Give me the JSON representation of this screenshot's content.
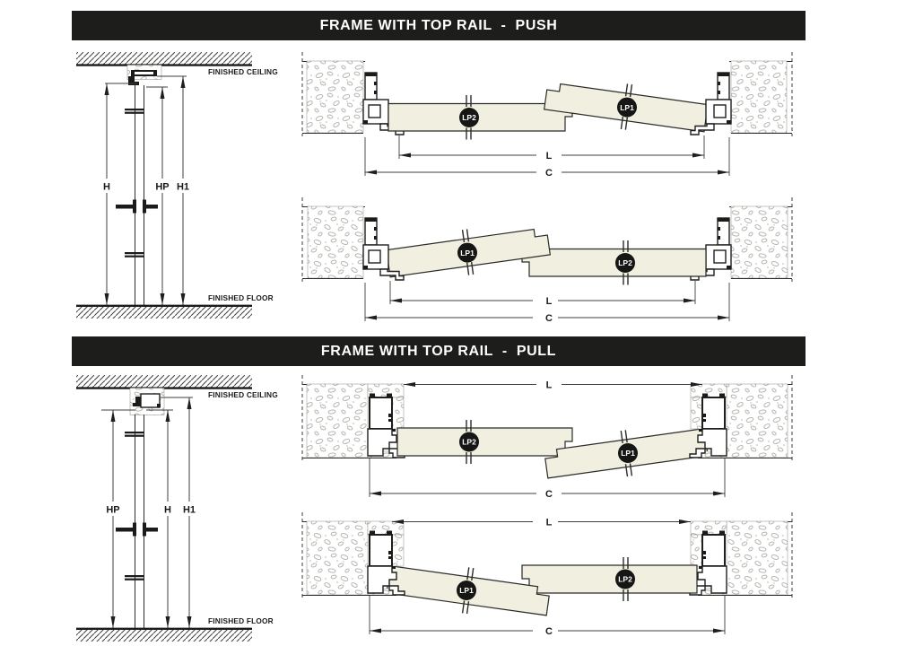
{
  "colors": {
    "banner_bg": "#1d1d1b",
    "banner_text": "#ffffff",
    "door_fill": "#f1efe0",
    "line": "#2a2a27",
    "badge_bg": "#161614",
    "badge_text": "#ffffff"
  },
  "sections": [
    {
      "title": "FRAME WITH TOP RAIL  -  PUSH",
      "elevation": {
        "ceiling_label": "FINISHED CEILING",
        "floor_label": "FINISHED FLOOR",
        "dim_labels": [
          "H",
          "HP",
          "H1"
        ]
      },
      "plans": [
        {
          "panels": [
            {
              "label": "LP2",
              "state": "closed"
            },
            {
              "label": "LP1",
              "state": "open"
            }
          ],
          "dim_labels": [
            "L",
            "C"
          ]
        },
        {
          "panels": [
            {
              "label": "LP1",
              "state": "open"
            },
            {
              "label": "LP2",
              "state": "closed"
            }
          ],
          "dim_labels": [
            "L",
            "C"
          ]
        }
      ]
    },
    {
      "title": "FRAME WITH TOP RAIL  -  PULL",
      "elevation": {
        "ceiling_label": "FINISHED CEILING",
        "floor_label": "FINISHED FLOOR",
        "dim_labels": [
          "HP",
          "H",
          "H1"
        ]
      },
      "plans": [
        {
          "panels": [
            {
              "label": "LP2",
              "state": "closed"
            },
            {
              "label": "LP1",
              "state": "open"
            }
          ],
          "dim_labels": [
            "L",
            "C"
          ]
        },
        {
          "panels": [
            {
              "label": "LP1",
              "state": "open"
            },
            {
              "label": "LP2",
              "state": "closed"
            }
          ],
          "dim_labels": [
            "L",
            "C"
          ]
        }
      ]
    }
  ]
}
